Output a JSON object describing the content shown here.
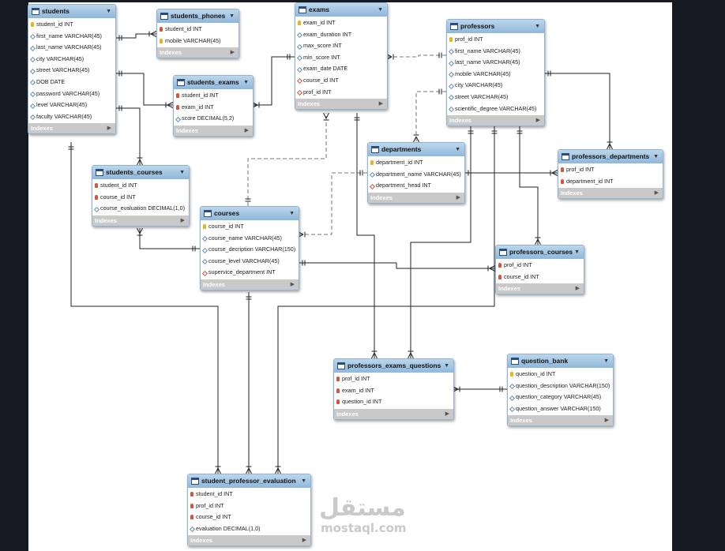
{
  "diagram": {
    "tables": [
      {
        "id": "students",
        "name": "students",
        "indexes_label": "Indexes",
        "columns": [
          {
            "text": "student_id INT",
            "key": "pk"
          },
          {
            "text": "first_name VARCHAR(45)",
            "key": "col"
          },
          {
            "text": "last_name VARCHAR(45)",
            "key": "col"
          },
          {
            "text": "city VARCHAR(45)",
            "key": "col"
          },
          {
            "text": "street VARCHAR(45)",
            "key": "col"
          },
          {
            "text": "DOB DATE",
            "key": "col"
          },
          {
            "text": "password VARCHAR(45)",
            "key": "col"
          },
          {
            "text": "level VARCHAR(45)",
            "key": "col"
          },
          {
            "text": "faculty VARCHAR(45)",
            "key": "col"
          }
        ]
      },
      {
        "id": "students_phones",
        "name": "students_phones",
        "indexes_label": "Indexes",
        "columns": [
          {
            "text": "student_id INT",
            "key": "fk"
          },
          {
            "text": "mobile VARCHAR(45)",
            "key": "pk"
          }
        ]
      },
      {
        "id": "students_exams",
        "name": "students_exams",
        "indexes_label": "Indexes",
        "columns": [
          {
            "text": "student_id INT",
            "key": "fk"
          },
          {
            "text": "exam_id INT",
            "key": "fk"
          },
          {
            "text": "score DECIMAL(5,2)",
            "key": "col"
          }
        ]
      },
      {
        "id": "exams",
        "name": "exams",
        "indexes_label": "Indexes",
        "columns": [
          {
            "text": "exam_id INT",
            "key": "pk"
          },
          {
            "text": "exam_duration INT",
            "key": "col"
          },
          {
            "text": "max_score INT",
            "key": "col"
          },
          {
            "text": "min_score INT",
            "key": "col"
          },
          {
            "text": "exam_date DATE",
            "key": "col"
          },
          {
            "text": "course_id INT",
            "key": "fkattr"
          },
          {
            "text": "prof_id INT",
            "key": "fkattr"
          }
        ]
      },
      {
        "id": "professors",
        "name": "professors",
        "indexes_label": "Indexes",
        "columns": [
          {
            "text": "prof_id INT",
            "key": "pk"
          },
          {
            "text": "first_name VARCHAR(45)",
            "key": "col"
          },
          {
            "text": "last_name VARCHAR(45)",
            "key": "col"
          },
          {
            "text": "mobile VARCHAR(45)",
            "key": "col"
          },
          {
            "text": "city VARCHAR(45)",
            "key": "col"
          },
          {
            "text": "street VARCHAR(45)",
            "key": "col"
          },
          {
            "text": "scientific_degree VARCHAR(45)",
            "key": "col"
          }
        ]
      },
      {
        "id": "departments",
        "name": "departments",
        "indexes_label": "Indexes",
        "columns": [
          {
            "text": "department_id INT",
            "key": "pk"
          },
          {
            "text": "department_name VARCHAR(45)",
            "key": "col"
          },
          {
            "text": "department_head INT",
            "key": "fkattr"
          }
        ]
      },
      {
        "id": "professors_departments",
        "name": "professors_departments",
        "indexes_label": "Indexes",
        "columns": [
          {
            "text": "prof_id INT",
            "key": "fk"
          },
          {
            "text": "department_id INT",
            "key": "fk"
          }
        ]
      },
      {
        "id": "students_courses",
        "name": "students_courses",
        "indexes_label": "Indexes",
        "columns": [
          {
            "text": "student_id INT",
            "key": "fk"
          },
          {
            "text": "course_id INT",
            "key": "fk"
          },
          {
            "text": "course_evaluation DECIMAL(1,0)",
            "key": "col"
          }
        ]
      },
      {
        "id": "courses",
        "name": "courses",
        "indexes_label": "Indexes",
        "columns": [
          {
            "text": "course_id INT",
            "key": "pk"
          },
          {
            "text": "course_name VARCHAR(45)",
            "key": "col"
          },
          {
            "text": "course_decription VARCHAR(150)",
            "key": "col"
          },
          {
            "text": "course_level VARCHAR(45)",
            "key": "col"
          },
          {
            "text": "supervice_department INT",
            "key": "fkattr"
          }
        ]
      },
      {
        "id": "professors_courses",
        "name": "professors_courses",
        "indexes_label": "Indexes",
        "columns": [
          {
            "text": "prof_id INT",
            "key": "fk"
          },
          {
            "text": "course_id INT",
            "key": "fk"
          }
        ]
      },
      {
        "id": "professors_exams_questions",
        "name": "professors_exams_questions",
        "indexes_label": "Indexes",
        "columns": [
          {
            "text": "prof_id INT",
            "key": "fk"
          },
          {
            "text": "exam_id INT",
            "key": "fk"
          },
          {
            "text": "question_id INT",
            "key": "fk"
          }
        ]
      },
      {
        "id": "question_bank",
        "name": "question_bank",
        "indexes_label": "Indexes",
        "columns": [
          {
            "text": "question_id INT",
            "key": "pk"
          },
          {
            "text": "question_description VARCHAR(150)",
            "key": "col"
          },
          {
            "text": "question_category VARCHAR(45)",
            "key": "col"
          },
          {
            "text": "question_answer VARCHAR(150)",
            "key": "col"
          }
        ]
      },
      {
        "id": "student_professor_evaluation",
        "name": "student_professor_evaluation",
        "indexes_label": "Indexes",
        "columns": [
          {
            "text": "student_id INT",
            "key": "fk"
          },
          {
            "text": "prof_id INT",
            "key": "fk"
          },
          {
            "text": "course_id INT",
            "key": "fk"
          },
          {
            "text": "evaluation DECIMAL(1,0)",
            "key": "col"
          }
        ]
      }
    ],
    "relationships": [
      {
        "from": "students",
        "to": "students_phones",
        "kind": "identifying"
      },
      {
        "from": "students",
        "to": "students_exams",
        "kind": "identifying"
      },
      {
        "from": "exams",
        "to": "students_exams",
        "kind": "identifying"
      },
      {
        "from": "students",
        "to": "students_courses",
        "kind": "identifying"
      },
      {
        "from": "courses",
        "to": "students_courses",
        "kind": "identifying"
      },
      {
        "from": "students",
        "to": "student_professor_evaluation",
        "kind": "identifying"
      },
      {
        "from": "courses",
        "to": "student_professor_evaluation",
        "kind": "identifying"
      },
      {
        "from": "professors",
        "to": "student_professor_evaluation",
        "kind": "identifying"
      },
      {
        "from": "professors",
        "to": "exams",
        "kind": "non-identifying"
      },
      {
        "from": "courses",
        "to": "exams",
        "kind": "non-identifying"
      },
      {
        "from": "professors",
        "to": "departments",
        "kind": "non-identifying"
      },
      {
        "from": "departments",
        "to": "courses",
        "kind": "non-identifying"
      },
      {
        "from": "professors",
        "to": "professors_departments",
        "kind": "identifying"
      },
      {
        "from": "departments",
        "to": "professors_departments",
        "kind": "identifying"
      },
      {
        "from": "professors",
        "to": "professors_courses",
        "kind": "identifying"
      },
      {
        "from": "courses",
        "to": "professors_courses",
        "kind": "identifying"
      },
      {
        "from": "exams",
        "to": "professors_exams_questions",
        "kind": "identifying"
      },
      {
        "from": "professors",
        "to": "professors_exams_questions",
        "kind": "identifying"
      },
      {
        "from": "question_bank",
        "to": "professors_exams_questions",
        "kind": "identifying"
      }
    ],
    "watermark": {
      "logo": "مستقل",
      "url": "mostaql.com"
    }
  }
}
